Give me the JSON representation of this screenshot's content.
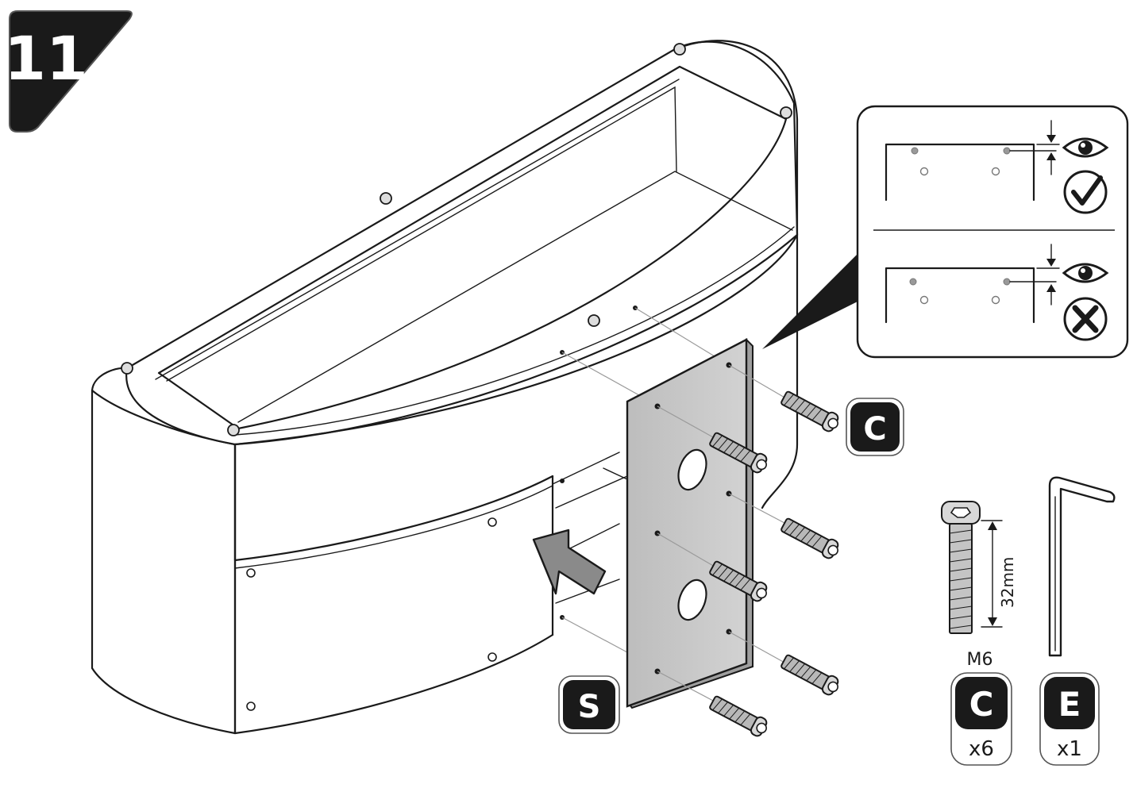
{
  "step": {
    "number": "11"
  },
  "callouts": {
    "bolt_label": "C",
    "panel_label": "S"
  },
  "detail_box": {
    "correct": {
      "eye_icon": "eye-icon",
      "status_icon": "check-icon"
    },
    "incorrect": {
      "eye_icon": "eye-icon",
      "status_icon": "cross-icon"
    }
  },
  "parts": {
    "bolt": {
      "size": "M6",
      "length": "32mm",
      "letter": "C",
      "quantity": "x6"
    },
    "allen_key": {
      "letter": "E",
      "quantity": "x1"
    }
  },
  "colors": {
    "ink": "#1a1a1a",
    "panel": "#c9c9c9",
    "badge": "#1a1a1a",
    "arrow": "#8a8a8a"
  }
}
